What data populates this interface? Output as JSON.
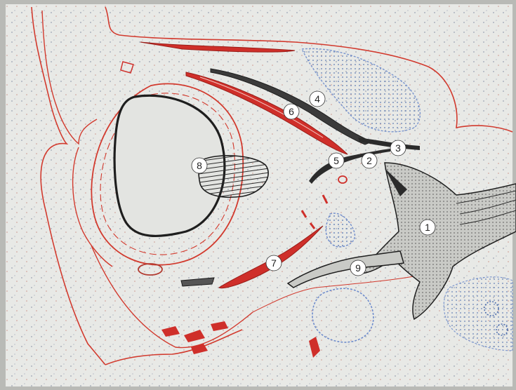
{
  "colors": {
    "paper": "#e8e9e6",
    "photo_border": "#b9bab6",
    "outline_red": "#d23a2e",
    "nerve_dark": "#2b2b2b",
    "vessel_blue": "#4f6fae",
    "label_fill": "#ffffff"
  },
  "labels": [
    {
      "id": "1",
      "text": "1"
    },
    {
      "id": "2",
      "text": "2"
    },
    {
      "id": "3",
      "text": "3"
    },
    {
      "id": "4",
      "text": "4"
    },
    {
      "id": "5",
      "text": "5"
    },
    {
      "id": "6",
      "text": "6"
    },
    {
      "id": "7",
      "text": "7"
    },
    {
      "id": "8",
      "text": "8"
    },
    {
      "id": "9",
      "text": "9"
    }
  ]
}
